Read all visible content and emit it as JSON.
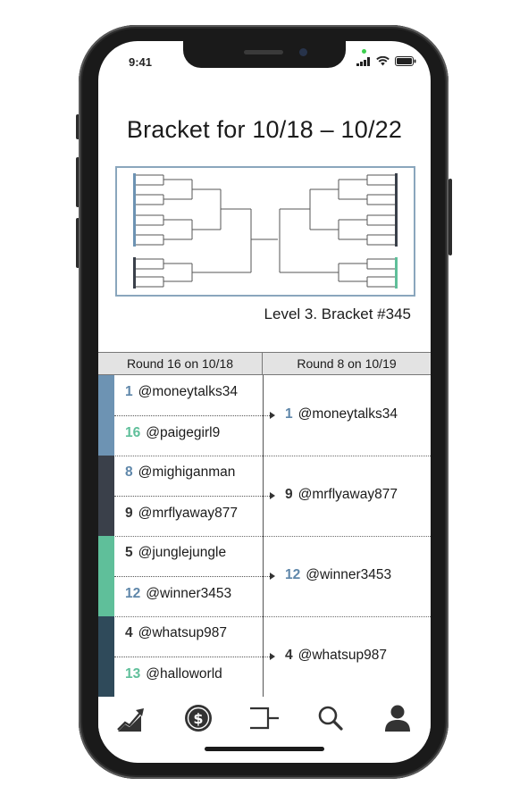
{
  "status": {
    "time": "9:41"
  },
  "page": {
    "title": "Bracket for 10/18 – 10/22",
    "level_label": "Level 3. Bracket #345"
  },
  "table": {
    "headers": [
      "Round 16 on 10/18",
      "Round 8 on 10/19"
    ],
    "matches": [
      {
        "color": "#6d93b3",
        "top": {
          "seed": "1",
          "seed_color": "#5f87aa",
          "name": "@moneytalks34"
        },
        "bottom": {
          "seed": "16",
          "seed_color": "#5fbf9a",
          "name": "@paigegirl9"
        },
        "winner": {
          "seed": "1",
          "seed_color": "#5f87aa",
          "name": "@moneytalks34"
        }
      },
      {
        "color": "#3a404a",
        "top": {
          "seed": "8",
          "seed_color": "#5f87aa",
          "name": "@mighiganman"
        },
        "bottom": {
          "seed": "9",
          "seed_color": "#333333",
          "name": "@mrflyaway877"
        },
        "winner": {
          "seed": "9",
          "seed_color": "#333333",
          "name": "@mrflyaway877"
        }
      },
      {
        "color": "#5fbf9a",
        "top": {
          "seed": "5",
          "seed_color": "#333333",
          "name": "@junglejungle"
        },
        "bottom": {
          "seed": "12",
          "seed_color": "#5f87aa",
          "name": "@winner3453"
        },
        "winner": {
          "seed": "12",
          "seed_color": "#5f87aa",
          "name": "@winner3453"
        }
      },
      {
        "color": "#2f4a5a",
        "top": {
          "seed": "4",
          "seed_color": "#333333",
          "name": "@whatsup987"
        },
        "bottom": {
          "seed": "13",
          "seed_color": "#5fbf9a",
          "name": "@halloworld"
        },
        "winner": {
          "seed": "4",
          "seed_color": "#333333",
          "name": "@whatsup987"
        }
      }
    ]
  },
  "tabs": [
    {
      "icon": "chart-growth-icon"
    },
    {
      "icon": "dollar-coin-icon"
    },
    {
      "icon": "bracket-icon"
    },
    {
      "icon": "search-icon"
    },
    {
      "icon": "profile-icon"
    }
  ],
  "colors": {
    "accent_blue": "#6d93b3",
    "accent_green": "#5fbf9a",
    "dark": "#3a404a",
    "navy": "#2f4a5a",
    "frame_border": "#8aa6bd"
  }
}
